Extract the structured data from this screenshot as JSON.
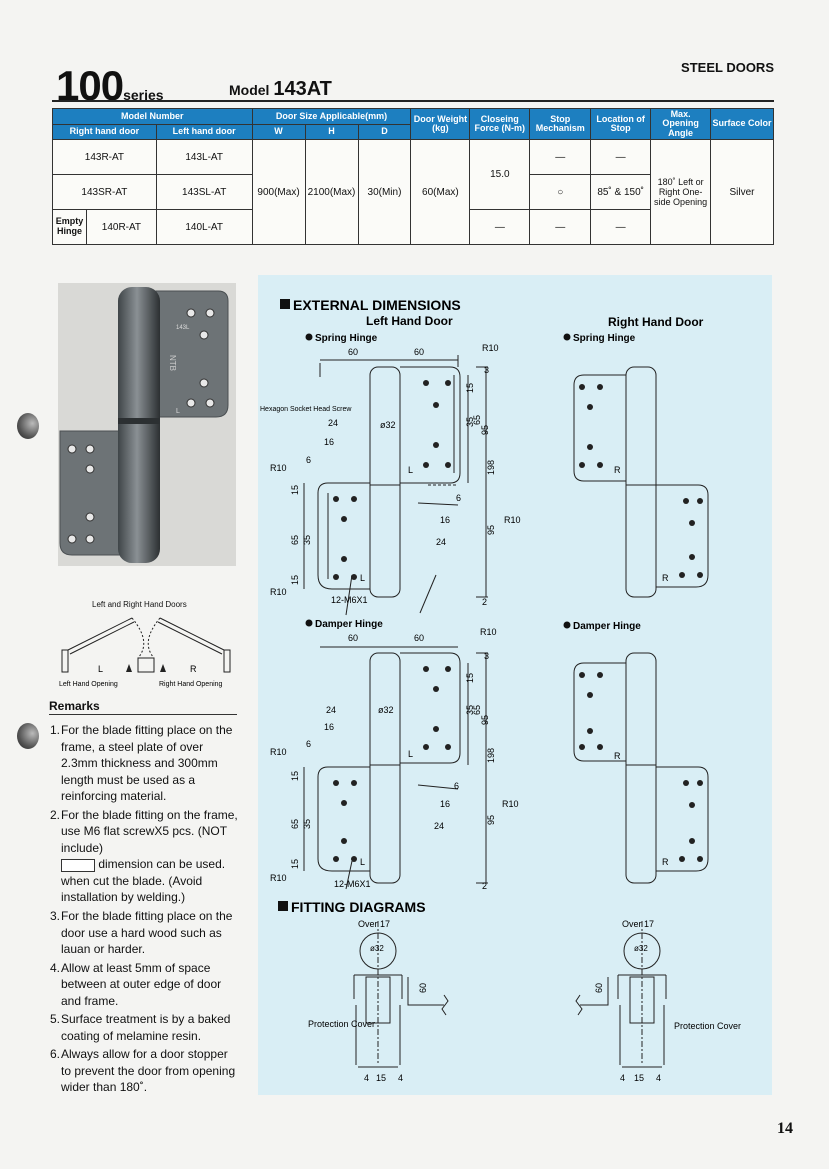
{
  "header": {
    "series_num": "100",
    "series_word": "series",
    "model_prefix": "Model",
    "model_number": "143AT",
    "category": "STEEL DOORS"
  },
  "table": {
    "h_model_number": "Model Number",
    "h_right": "Right hand door",
    "h_left": "Left hand door",
    "h_door_size": "Door Size Applicable(mm)",
    "h_w": "W",
    "h_h": "H",
    "h_d": "D",
    "h_weight": "Door Weight (kg)",
    "h_force": "Closeing Force (N-m)",
    "h_stop": "Stop Mechanism",
    "h_location": "Location of Stop",
    "h_max": "Max. Opening Angle",
    "h_color": "Surface Color",
    "rows": [
      {
        "right": "143R-AT",
        "left": "143L-AT",
        "stop": "—",
        "location": "—"
      },
      {
        "right": "143SR-AT",
        "left": "143SL-AT",
        "stop": "○",
        "location": "85˚ & 150˚"
      },
      {
        "label": "Empty Hinge",
        "right": "140R-AT",
        "left": "140L-AT",
        "force": "—",
        "stop": "—",
        "location": "—"
      }
    ],
    "w": "900(Max)",
    "h": "2100(Max)",
    "d": "30(Min)",
    "weight": "60(Max)",
    "force": "15.0",
    "max_angle": "180˚ Left or Right One-side Opening",
    "color": "Silver"
  },
  "photo": {
    "plate_text_top": "143L",
    "plate_text_mid": "NTB",
    "plate_text_bot": "L"
  },
  "doors": {
    "title": "Left and Right Hand Doors",
    "l": "L",
    "r": "R",
    "left_opening": "Left Hand Opening",
    "right_opening": "Right Hand Opening"
  },
  "remarks": {
    "title": "Remarks",
    "items": [
      {
        "num": "1.",
        "text": "For the blade fitting place on the frame, a steel plate of over 2.3mm thickness and 300mm length must be used as a reinforcing material."
      },
      {
        "num": "2.",
        "text_a": "For the blade fitting on the frame, use M6 flat screwX5 pcs. (NOT include)",
        "text_b": "dimension can be used. when cut the blade. (Avoid installation by welding.)"
      },
      {
        "num": "3.",
        "text": "For the blade fitting place on the door use a hard wood such as lauan or harder."
      },
      {
        "num": "4.",
        "text": "Allow at least 5mm of space between at outer edge of door and frame."
      },
      {
        "num": "5.",
        "text": "Surface treatment is by a baked coating of melamine resin."
      },
      {
        "num": "6.",
        "text": "Always allow for a door stopper to prevent the door from opening wider than 180˚."
      }
    ]
  },
  "panel": {
    "external_dimensions": "EXTERNAL DIMENSIONS",
    "left_hand_door": "Left Hand Door",
    "right_hand_door": "Right Hand Door",
    "spring_hinge": "Spring Hinge",
    "damper_hinge": "Damper Hinge",
    "fitting_diagrams": "FITTING DIAGRAMS",
    "hex_screw": "Hexagon Socket Head Screw",
    "screws": "12-M6X1",
    "protection_cover": "Protection Cover",
    "over17": "Over 17",
    "dims": {
      "d60": "60",
      "r10": "R10",
      "d3": "3",
      "d15": "15",
      "d35": "35",
      "d65": "65",
      "d95": "95",
      "d198": "198",
      "d24": "24",
      "d16": "16",
      "d6": "6",
      "phi32": "ø32",
      "d2": "2",
      "d4": "4",
      "l": "L",
      "r": "R"
    }
  },
  "page_number": "14"
}
